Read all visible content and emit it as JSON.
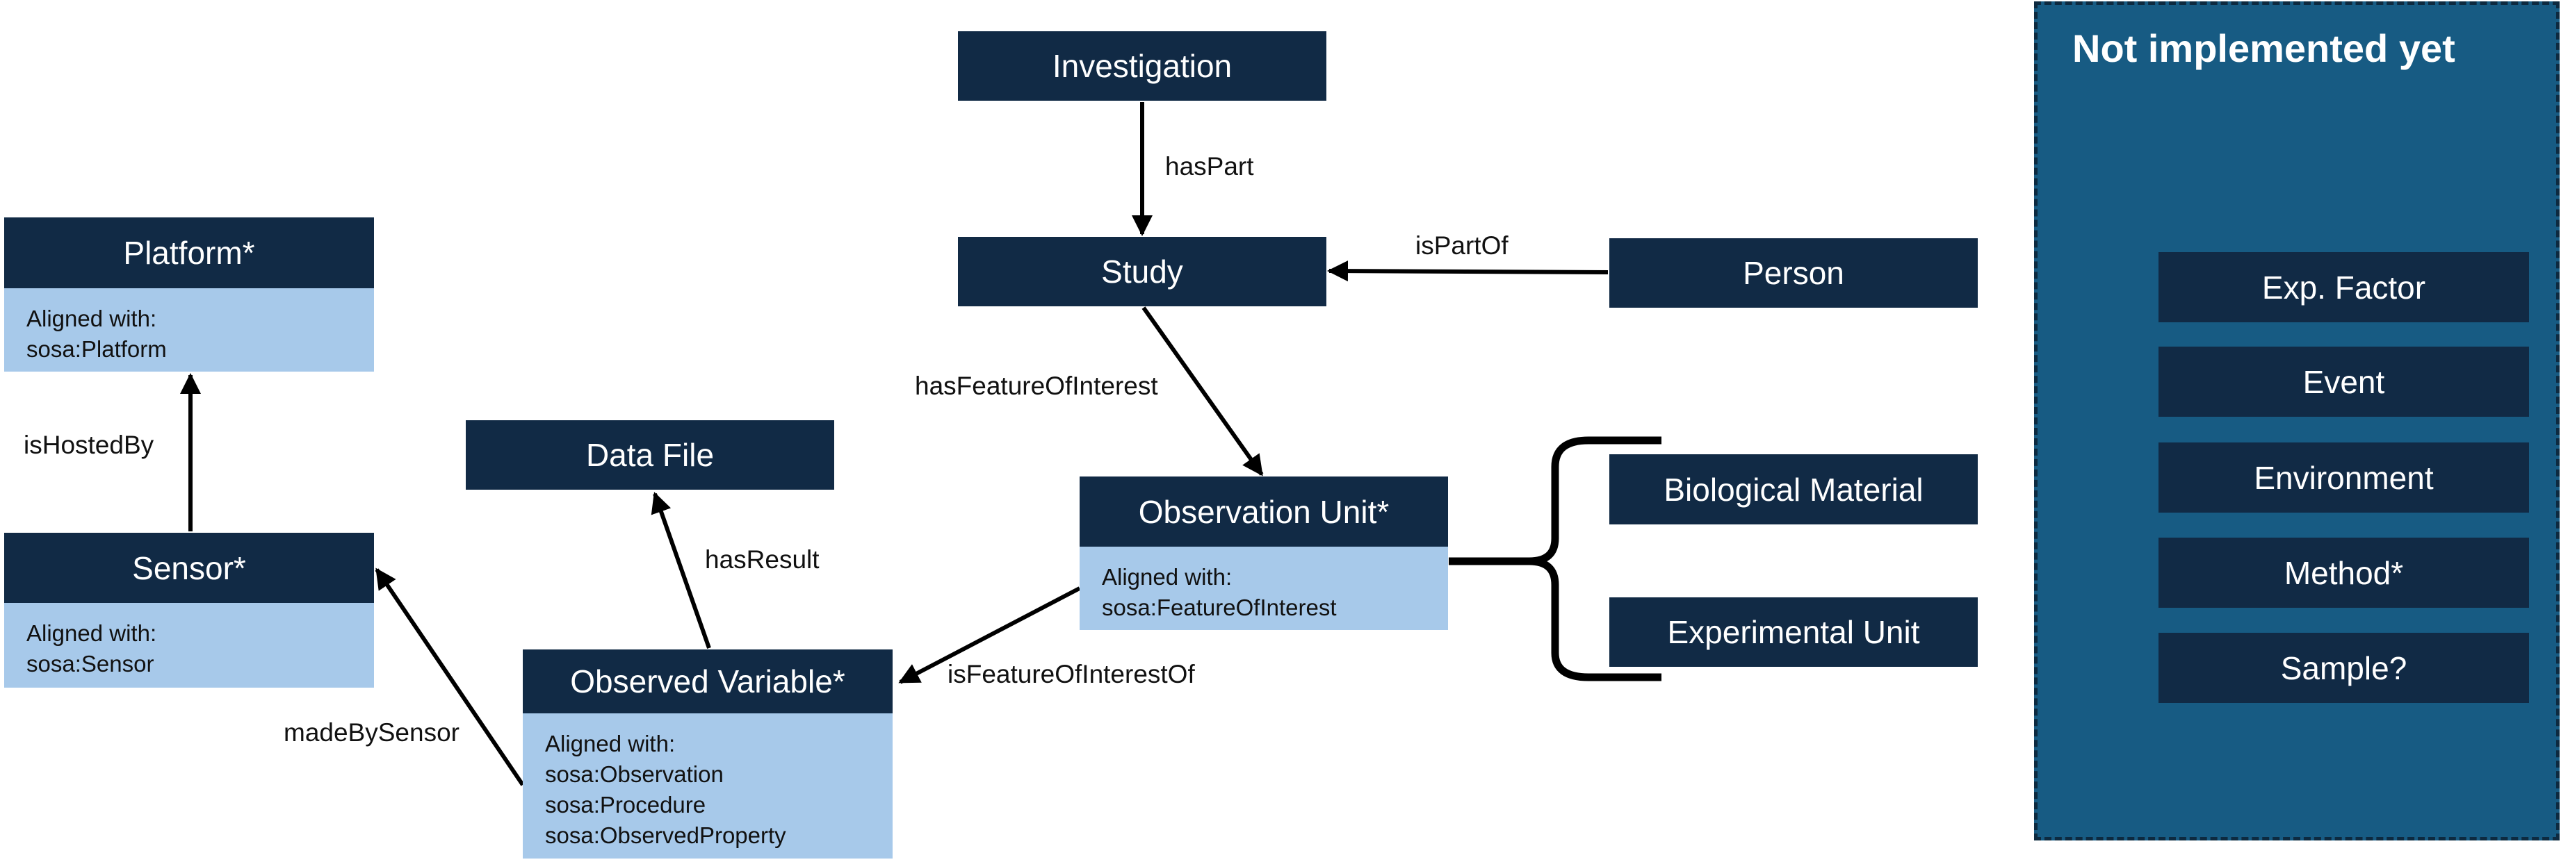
{
  "nodes": {
    "investigation": {
      "title": "Investigation"
    },
    "study": {
      "title": "Study"
    },
    "person": {
      "title": "Person"
    },
    "platform": {
      "title": "Platform*",
      "note_heading": "Aligned with:",
      "note_lines": [
        "sosa:Platform"
      ]
    },
    "sensor": {
      "title": "Sensor*",
      "note_heading": "Aligned with:",
      "note_lines": [
        "sosa:Sensor"
      ]
    },
    "data_file": {
      "title": "Data File"
    },
    "observation_unit": {
      "title": "Observation Unit*",
      "note_heading": "Aligned with:",
      "note_lines": [
        "sosa:FeatureOfInterest"
      ]
    },
    "observed_variable": {
      "title": "Observed Variable*",
      "note_heading": "Aligned with:",
      "note_lines": [
        "sosa:Observation",
        "sosa:Procedure",
        "sosa:ObservedProperty"
      ]
    },
    "biological_material": {
      "title": "Biological Material"
    },
    "experimental_unit": {
      "title": "Experimental Unit"
    }
  },
  "edges": {
    "has_part": "hasPart",
    "is_part_of": "isPartOf",
    "has_feature_of_interest": "hasFeatureOfInterest",
    "is_hosted_by": "isHostedBy",
    "has_result": "hasResult",
    "is_feature_of_interest_of": "isFeatureOfInterestOf",
    "made_by_sensor": "madeBySensor"
  },
  "not_implemented": {
    "title": "Not implemented yet",
    "items": [
      "Exp. Factor",
      "Event",
      "Environment",
      "Method*",
      "Sample?"
    ]
  },
  "colors": {
    "node_dark": "#112a45",
    "note_light": "#a7c9ea",
    "panel": "#175b83"
  }
}
